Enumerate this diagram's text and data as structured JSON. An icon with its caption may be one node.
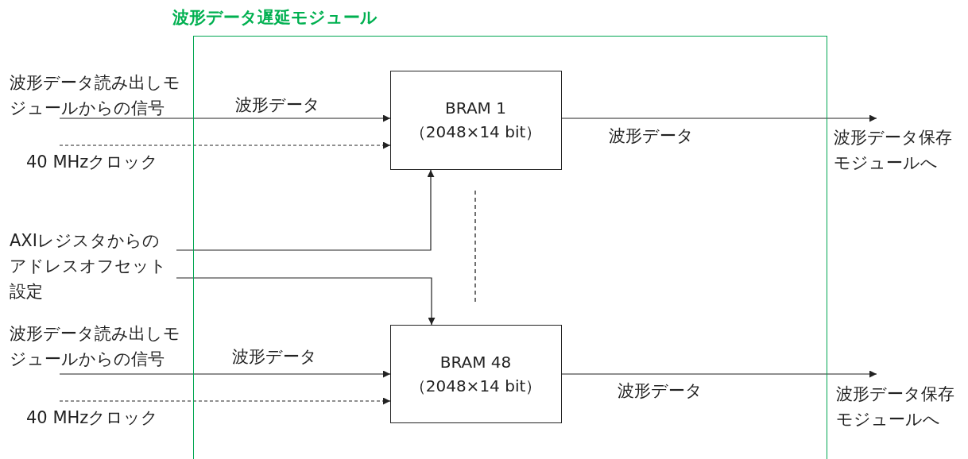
{
  "diagram": {
    "nodes": [
      {
        "text": [
          "波形データ遅延モジュール"
        ]
      },
      {
        "text": [
          "BRAM 1",
          "（2048×14 bit）"
        ],
        "in": 0
      },
      {
        "text": [
          "BRAM 48",
          "（2048×14 bit）"
        ],
        "in": 0
      },
      {
        "text": [
          "波形データ読み出しモジュールからの信号"
        ]
      },
      {
        "text": [
          "40 MHzクロック"
        ]
      },
      {
        "text": [
          "AXIレジスタからのアドレスオフセット設定"
        ]
      },
      {
        "text": [
          "波形データ読み出しモジュールからの信号"
        ]
      },
      {
        "text": [
          "40 MHzクロック"
        ]
      },
      {
        "text": [
          "波形データ保存モジュールへ"
        ]
      },
      {
        "text": [
          "波形データ保存モジュールへ"
        ]
      }
    ],
    "edges": [
      {
        "from": 3,
        "to": 1,
        "arrow": "to",
        "label": "波形データ"
      },
      {
        "from": 4,
        "to": 1,
        "arrow": "to",
        "style": "dashed"
      },
      {
        "from": 5,
        "to": 1,
        "arrow": "to"
      },
      {
        "from": 5,
        "to": 2,
        "arrow": "to"
      },
      {
        "from": 6,
        "to": 2,
        "arrow": "to",
        "label": "波形データ"
      },
      {
        "from": 7,
        "to": 2,
        "arrow": "to",
        "style": "dashed"
      },
      {
        "from": 1,
        "to": 8,
        "arrow": "to",
        "label": "波形データ"
      },
      {
        "from": 2,
        "to": 9,
        "arrow": "to",
        "label": "波形データ"
      }
    ]
  }
}
